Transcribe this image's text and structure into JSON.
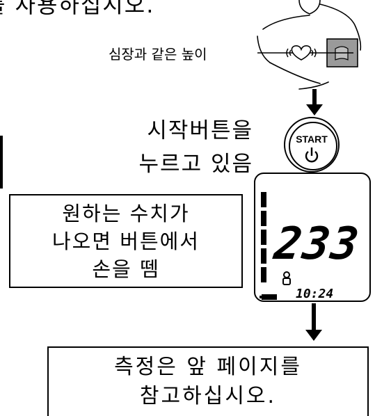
{
  "top_text": "를 사용하십시오.",
  "heart_label": "심장과 같은 높이",
  "start_instruction": {
    "line1": "시작버튼을",
    "line2": "누르고 있음"
  },
  "start_button_label": "START",
  "release_box": {
    "line1": "원하는 수치가",
    "line2": "나오면 버튼에서",
    "line3": "손을 뗌"
  },
  "display": {
    "pressure": "233",
    "time": "10:24"
  },
  "bottom_box": {
    "line1": "측정은 앞 페이지를",
    "line2": "참고하십시오."
  },
  "icons": [
    "heart-icon",
    "arrow-down-icon",
    "power-icon",
    "battery-icon",
    "person-icon"
  ]
}
